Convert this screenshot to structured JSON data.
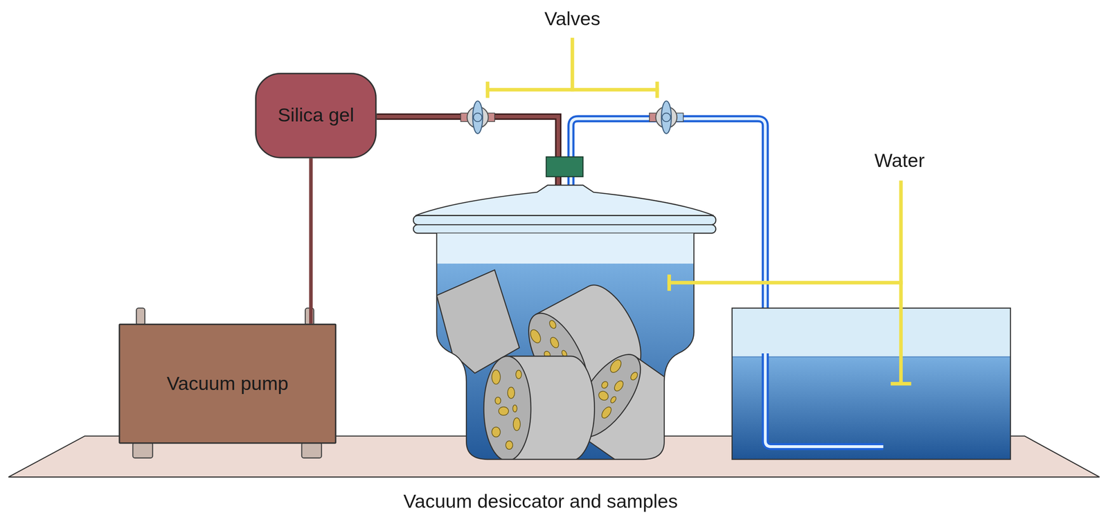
{
  "diagram": {
    "caption": "Vacuum desiccator and samples",
    "nodes": [
      {
        "text": [
          "Silica gel"
        ]
      },
      {
        "text": [
          "Vacuum pump"
        ]
      }
    ],
    "edges": [
      {
        "from": 0,
        "to": 1,
        "arrow": "none"
      }
    ],
    "labels": [
      "Valves",
      "Water"
    ]
  }
}
